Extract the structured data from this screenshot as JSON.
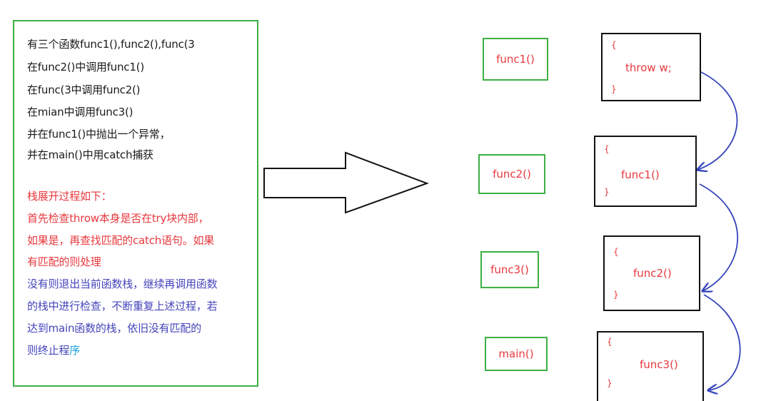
{
  "description_box": {
    "lines": [
      {
        "text": "有三个函数func1(),func2(),func(3",
        "color": "dark"
      },
      {
        "text": "在func2()中调用func1()",
        "color": "dark"
      },
      {
        "text": "在func(3中调用func2()",
        "color": "dark"
      },
      {
        "text": "在mian中调用func3()",
        "color": "dark"
      },
      {
        "text": "并在func1()中抛出一个异常，",
        "color": "dark"
      },
      {
        "text": "并在main()中用catch捕获",
        "color": "dark"
      },
      {
        "text": "栈展开过程如下：",
        "color": "red"
      },
      {
        "text": " 首先检查throw本身是否在try块内部，",
        "color": "red"
      },
      {
        "text": "如果是，再查找匹配的catch语句。如果",
        "color": "red"
      },
      {
        "text": "有匹配的则处理",
        "color": "red"
      },
      {
        "text": "  没有则退出当前函数栈，继续再调用函数",
        "color": "blue"
      },
      {
        "text": "的栈中进行检查，不断重复上述过程，若",
        "color": "blue"
      },
      {
        "text": "达到main函数的栈，依旧没有匹配的",
        "color": "blue"
      }
    ],
    "last_line_blue": "则终止程",
    "last_line_cyan": "序"
  },
  "functions": [
    {
      "label": "func1()",
      "open_brace": "{",
      "body": "throw w;",
      "close_brace": "}"
    },
    {
      "label": "func2()",
      "open_brace": "{",
      "body": "func1()",
      "close_brace": "}"
    },
    {
      "label": "func3()",
      "open_brace": "{",
      "body": "func2()",
      "close_brace": "}"
    },
    {
      "label": "main()",
      "open_brace": "{",
      "body": "func3()",
      "close_brace": "}"
    }
  ],
  "colors": {
    "green_border": "#3cb043",
    "red_text": "#e8383d",
    "blue_text": "#4444bb",
    "cyan_text": "#1aa3d8",
    "arrow_curve": "#3344bb"
  }
}
